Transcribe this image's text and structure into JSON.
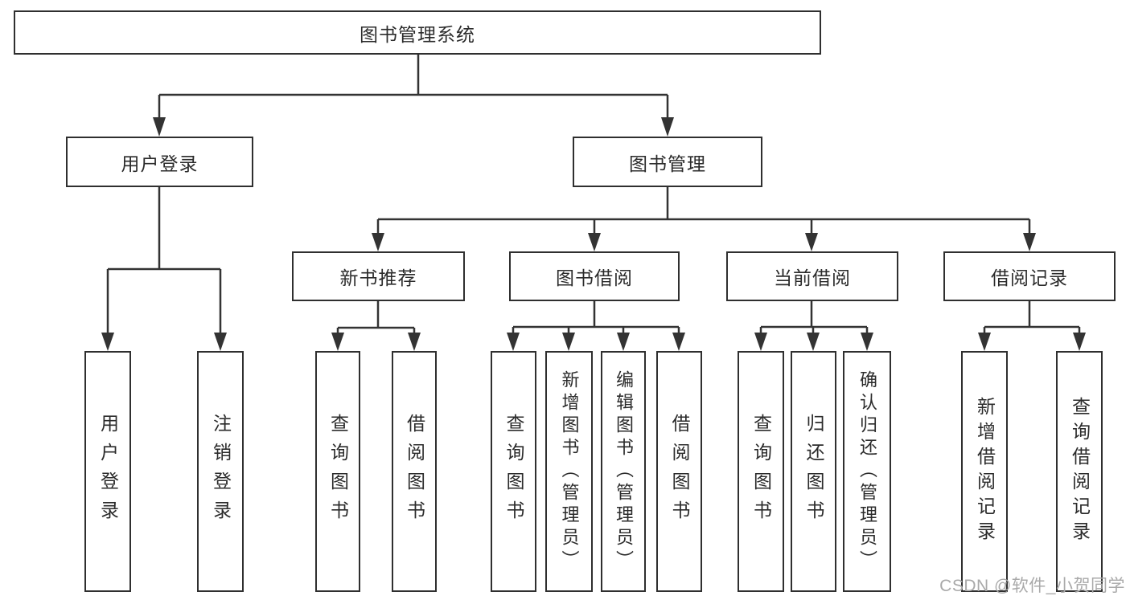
{
  "title": "图书管理系统",
  "tree": {
    "root": {
      "label": "图书管理系统"
    },
    "branches": [
      {
        "label": "用户登录",
        "children": [
          {
            "label": "用户登录"
          },
          {
            "label": "注销登录"
          }
        ]
      },
      {
        "label": "图书管理",
        "children": [
          {
            "label": "新书推荐",
            "children": [
              {
                "label": "查询图书"
              },
              {
                "label": "借阅图书"
              }
            ]
          },
          {
            "label": "图书借阅",
            "children": [
              {
                "label": "查询图书"
              },
              {
                "label": "新增图书（管理员）"
              },
              {
                "label": "编辑图书（管理员）"
              },
              {
                "label": "借阅图书"
              }
            ]
          },
          {
            "label": "当前借阅",
            "children": [
              {
                "label": "查询图书"
              },
              {
                "label": "归还图书"
              },
              {
                "label": "确认归还（管理员）"
              }
            ]
          },
          {
            "label": "借阅记录",
            "children": [
              {
                "label": "新增借阅记录"
              },
              {
                "label": "查询借阅记录"
              }
            ]
          }
        ]
      }
    ]
  },
  "watermark": {
    "text": "CSDN @软件_小贺同学"
  },
  "colors": {
    "background": "#ffffff",
    "line": "#333333",
    "box_border": "#2f2f2f",
    "text": "#2b2b2b",
    "watermark": "#a9a9a9"
  }
}
